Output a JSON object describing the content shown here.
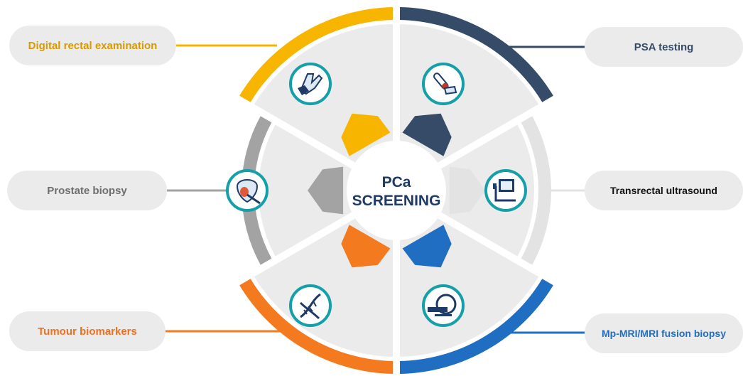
{
  "center": {
    "line1": "PCa",
    "line2": "SCREENING"
  },
  "colors": {
    "dre": "#f7b500",
    "psa": "#354b68",
    "trus": "#e3e3e3",
    "mri": "#1f6ec2",
    "biomarkers": "#f47a20",
    "biopsy": "#a3a3a3",
    "sector_fill": "#ebebeb",
    "icon_teal": "#159fa9"
  },
  "items": {
    "dre": {
      "label": "Digital rectal examination",
      "text_color": "#d89a00",
      "icon": "gloved-hand-icon"
    },
    "psa": {
      "label": "PSA testing",
      "text_color": "#354b68",
      "icon": "blood-test-tube-icon"
    },
    "trus": {
      "label": "Transrectal ultrasound",
      "text_color": "#111111",
      "icon": "ultrasound-monitor-icon"
    },
    "mri": {
      "label": "Mp-MRI/MRI fusion biopsy",
      "text_color": "#1f6ec2",
      "icon": "mri-scanner-icon"
    },
    "biomarkers": {
      "label": "Tumour biomarkers",
      "text_color": "#f07020",
      "icon": "dna-helix-icon"
    },
    "biopsy": {
      "label": "Prostate biopsy",
      "text_color": "#6e6e6e",
      "icon": "prostate-needle-icon"
    }
  }
}
